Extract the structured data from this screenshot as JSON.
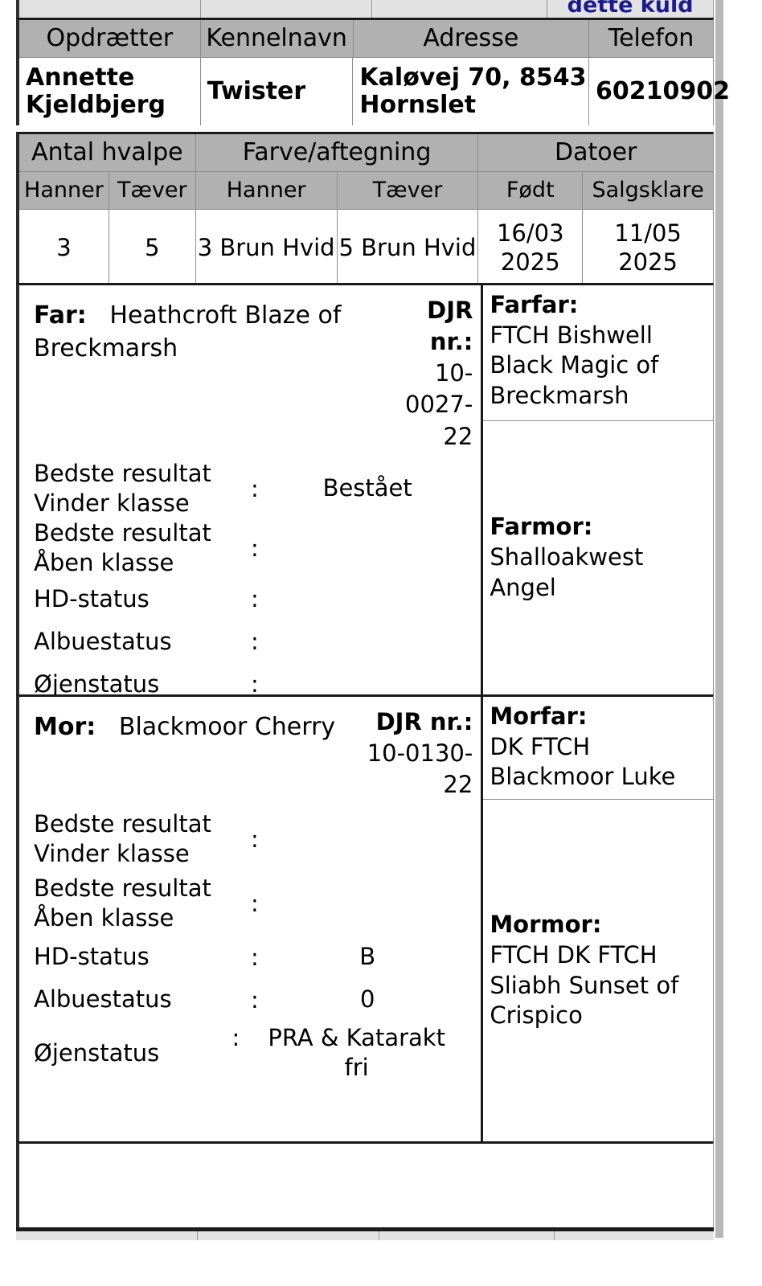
{
  "colors": {
    "header_gray": "#b1b1b1",
    "clipped_gray": "#e2e2e2",
    "link_blue": "#1b1b8f",
    "frame_gray": "#b8b8b8",
    "border_dark": "#1a1a1a"
  },
  "clipped_top": {
    "link_label": "dette kuld"
  },
  "breeder": {
    "headers": [
      "Opdrætter",
      "Kennelnavn",
      "Adresse",
      "Telefon"
    ],
    "values": [
      "Annette Kjeldbjerg",
      "Twister",
      "Kaløvej 70, 8543 Hornslet",
      "60210902"
    ]
  },
  "puppies": {
    "group_headers": [
      "Antal hvalpe",
      "Farve/aftegning",
      "Datoer"
    ],
    "sub_headers": [
      "Hanner",
      "Tæver",
      "Hanner",
      "Tæver",
      "Født",
      "Salgsklare"
    ],
    "values": [
      "3",
      "5",
      "3 Brun Hvid",
      "5 Brun Hvid",
      "16/03 2025",
      "11/05 2025"
    ]
  },
  "sire": {
    "label": "Far:",
    "name": "Heathcroft Blaze of Breckmarsh",
    "djr_label": "DJR nr.:",
    "djr_number": "10-0027-22",
    "attributes": [
      {
        "label": "Bedste resultat Vinder klasse",
        "colon": ":",
        "value": "Bestået"
      },
      {
        "label": "Bedste resultat Åben klasse",
        "colon": ":",
        "value": ""
      },
      {
        "label": "HD-status",
        "colon": ":",
        "value": ""
      },
      {
        "label": "Albuestatus",
        "colon": ":",
        "value": ""
      },
      {
        "label": "Øjenstatus",
        "colon": ":",
        "value": ""
      }
    ],
    "grandsire": {
      "label": "Farfar:",
      "name": "FTCH Bishwell Black Magic of Breckmarsh"
    },
    "granddam": {
      "label": "Farmor:",
      "name": "Shalloakwest Angel"
    }
  },
  "dam": {
    "label": "Mor:",
    "name": "Blackmoor Cherry",
    "djr_label": "DJR nr.:",
    "djr_number": "10-0130-22",
    "attributes": [
      {
        "label": "Bedste resultat Vinder klasse",
        "colon": ":",
        "value": ""
      },
      {
        "label": "Bedste resultat Åben klasse",
        "colon": ":",
        "value": ""
      },
      {
        "label": "HD-status",
        "colon": ":",
        "value": "B"
      },
      {
        "label": "Albuestatus",
        "colon": ":",
        "value": "0"
      },
      {
        "label": "Øjenstatus",
        "colon": ":",
        "value": "PRA & Katarakt fri"
      }
    ],
    "grandsire": {
      "label": "Morfar:",
      "name": "DK FTCH Blackmoor Luke"
    },
    "granddam": {
      "label": "Mormor:",
      "name": "FTCH DK FTCH Sliabh Sunset of Crispico"
    }
  }
}
